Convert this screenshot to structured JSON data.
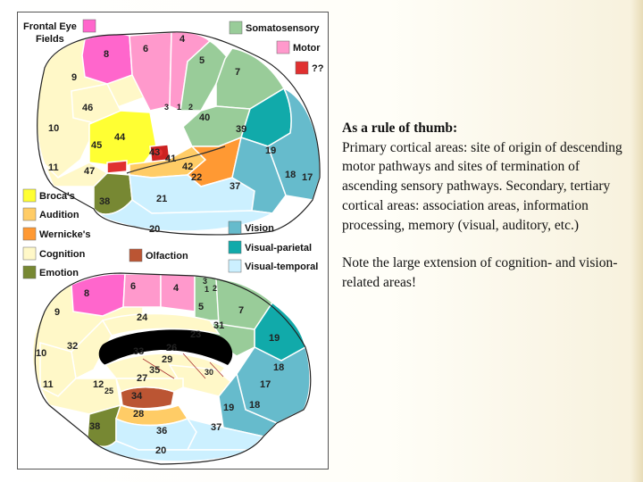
{
  "legend_top": {
    "frontal_eye_fields": [
      "Frontal Eye",
      "Fields"
    ],
    "somatosensory": "Somatosensory",
    "motor": "Motor",
    "unknown": "??"
  },
  "legend_mid": {
    "brocas": "Broca's",
    "audition": "Audition",
    "wernickes": "Wernicke's",
    "cognition": "Cognition",
    "emotion": "Emotion",
    "olfaction": "Olfaction",
    "vision": "Vision",
    "visual_parietal": "Visual-parietal",
    "visual_temporal": "Visual-temporal"
  },
  "lateral_numbers": {
    "n8": "8",
    "n6": "6",
    "n4": "4",
    "n5": "5",
    "n7": "7",
    "n9": "9",
    "n46": "46",
    "n3": "3",
    "n1": "1",
    "n2": "2",
    "n40": "40",
    "n39": "39",
    "n10": "10",
    "n44": "44",
    "n45": "45",
    "n43": "43",
    "n41": "41",
    "n42": "42",
    "n22": "22",
    "n19": "19",
    "n11": "11",
    "n47": "47",
    "n18": "18",
    "n17": "17",
    "n38": "38",
    "n21": "21",
    "n37": "37",
    "n20": "20"
  },
  "medial_numbers": {
    "n6": "6",
    "n4": "4",
    "n3": "3",
    "n1": "1",
    "n2": "2",
    "n8": "8",
    "n5": "5",
    "n7": "7",
    "n9": "9",
    "n24": "24",
    "n31": "31",
    "n23": "23",
    "n19a": "19",
    "n32": "32",
    "n33": "33",
    "n26": "26",
    "n29": "29",
    "n10": "10",
    "n35": "35",
    "n18a": "18",
    "n27": "27",
    "n30": "30",
    "n11": "11",
    "n12": "12",
    "n25": "25",
    "n17": "17",
    "n34": "34",
    "n19b": "19",
    "n18b": "18",
    "n28": "28",
    "n38": "38",
    "n36": "36",
    "n37": "37",
    "n20": "20"
  },
  "notes": {
    "title": "As a rule of thumb:",
    "paragraph1": "Primary cortical areas: site of origin of descending motor pathways and sites of termination of ascending sensory pathways. Secondary, tertiary cortical areas: association areas, information processing, memory (visual, auditory, etc.)",
    "paragraph2": "Note the large extension of cognition- and vision-related areas!"
  },
  "colors": {
    "cognition": "#fff8c8",
    "frontal_eye": "#ff66cc",
    "motor": "#ff99cc",
    "somatosensory": "#99cc99",
    "unknown": "#e03030",
    "brocas": "#ffff33",
    "audition": "#ffcc66",
    "wernickes": "#ff9933",
    "emotion": "#778833",
    "olfaction": "#bb5533",
    "vision": "#66bbcc",
    "visual_parietal": "#11aaaa",
    "visual_temporal": "#ccf0ff"
  }
}
